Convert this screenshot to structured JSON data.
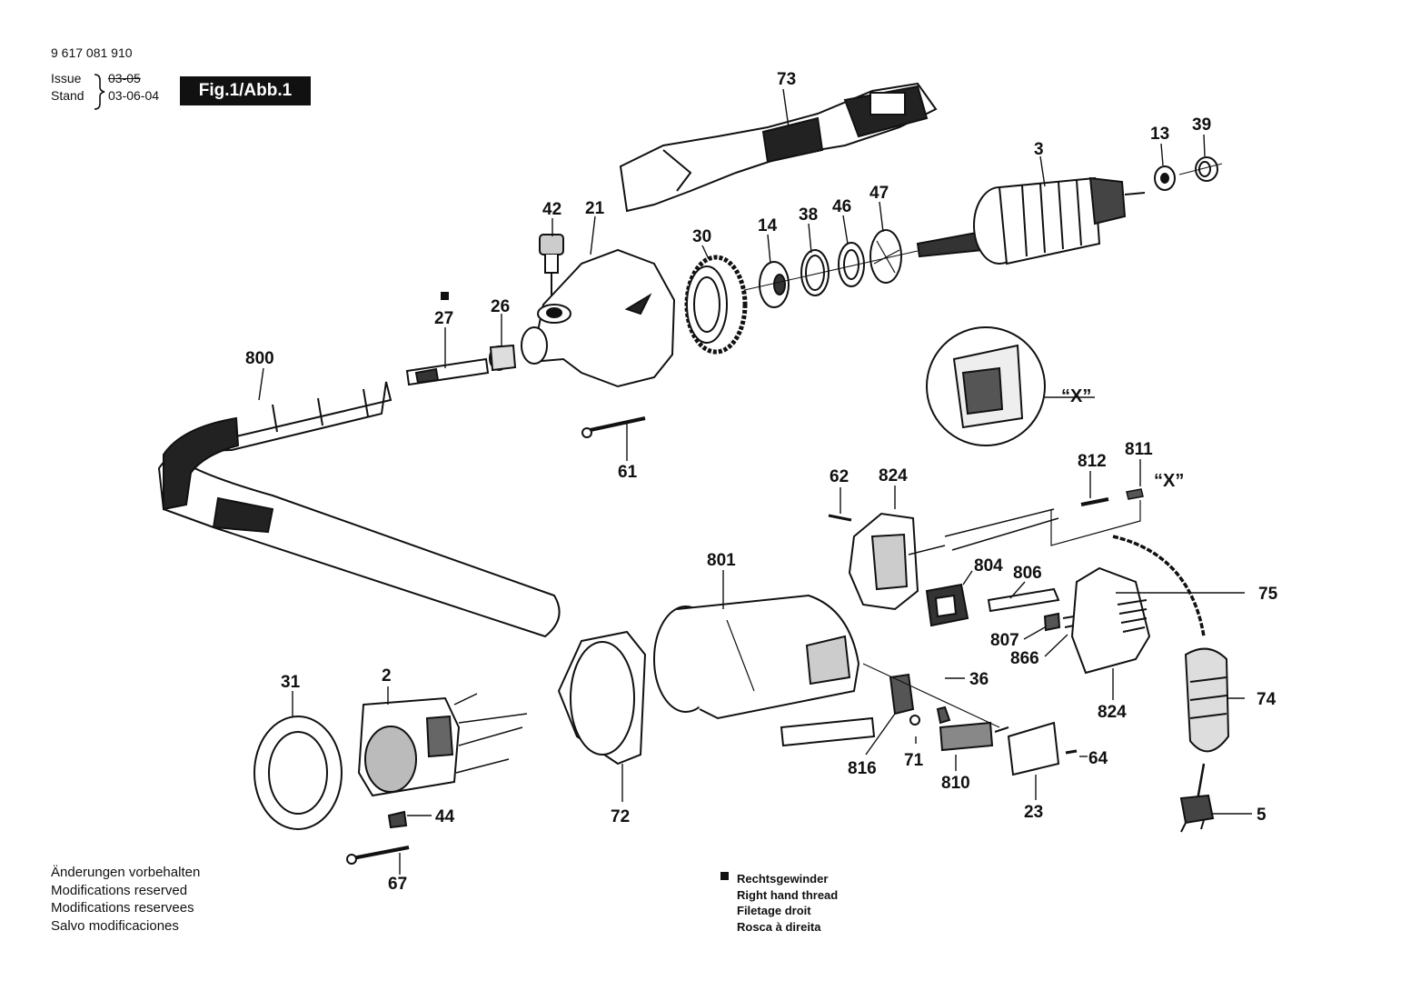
{
  "header": {
    "doc_number": "9 617 081 910",
    "issue_label": "Issue",
    "issue_date": "03-05",
    "stand_label": "Stand",
    "stand_date": "03-06-04",
    "figure_label": "Fig.1/Abb.1"
  },
  "notes": [
    "Änderungen vorbehalten",
    "Modifications reserved",
    "Modifications reservees",
    "Salvo modificaciones"
  ],
  "legend": {
    "lines": [
      "Rechtsgewinder",
      "Right hand thread",
      "Filetage droit",
      "Rosca à direita"
    ]
  },
  "detail_label": "“X”",
  "parts": [
    {
      "id": "p73",
      "label": "73"
    },
    {
      "id": "p13",
      "label": "13"
    },
    {
      "id": "p39",
      "label": "39"
    },
    {
      "id": "p3",
      "label": "3"
    },
    {
      "id": "p42",
      "label": "42"
    },
    {
      "id": "p21",
      "label": "21"
    },
    {
      "id": "p30",
      "label": "30"
    },
    {
      "id": "p14",
      "label": "14"
    },
    {
      "id": "p38",
      "label": "38"
    },
    {
      "id": "p46",
      "label": "46"
    },
    {
      "id": "p47",
      "label": "47"
    },
    {
      "id": "p27",
      "label": "27"
    },
    {
      "id": "p26",
      "label": "26"
    },
    {
      "id": "p800",
      "label": "800"
    },
    {
      "id": "p61",
      "label": "61"
    },
    {
      "id": "p62",
      "label": "62"
    },
    {
      "id": "p824a",
      "label": "824"
    },
    {
      "id": "p812",
      "label": "812"
    },
    {
      "id": "p811",
      "label": "811"
    },
    {
      "id": "p801",
      "label": "801"
    },
    {
      "id": "p804",
      "label": "804"
    },
    {
      "id": "p806",
      "label": "806"
    },
    {
      "id": "p75",
      "label": "75"
    },
    {
      "id": "p807",
      "label": "807"
    },
    {
      "id": "p866",
      "label": "866"
    },
    {
      "id": "p31",
      "label": "31"
    },
    {
      "id": "p2",
      "label": "2"
    },
    {
      "id": "p36",
      "label": "36"
    },
    {
      "id": "p74",
      "label": "74"
    },
    {
      "id": "p824b",
      "label": "824"
    },
    {
      "id": "p816",
      "label": "816"
    },
    {
      "id": "p71",
      "label": "71"
    },
    {
      "id": "p810",
      "label": "810"
    },
    {
      "id": "p64",
      "label": "64"
    },
    {
      "id": "p44",
      "label": "44"
    },
    {
      "id": "p72",
      "label": "72"
    },
    {
      "id": "p23",
      "label": "23"
    },
    {
      "id": "p5",
      "label": "5"
    },
    {
      "id": "p67",
      "label": "67"
    }
  ]
}
